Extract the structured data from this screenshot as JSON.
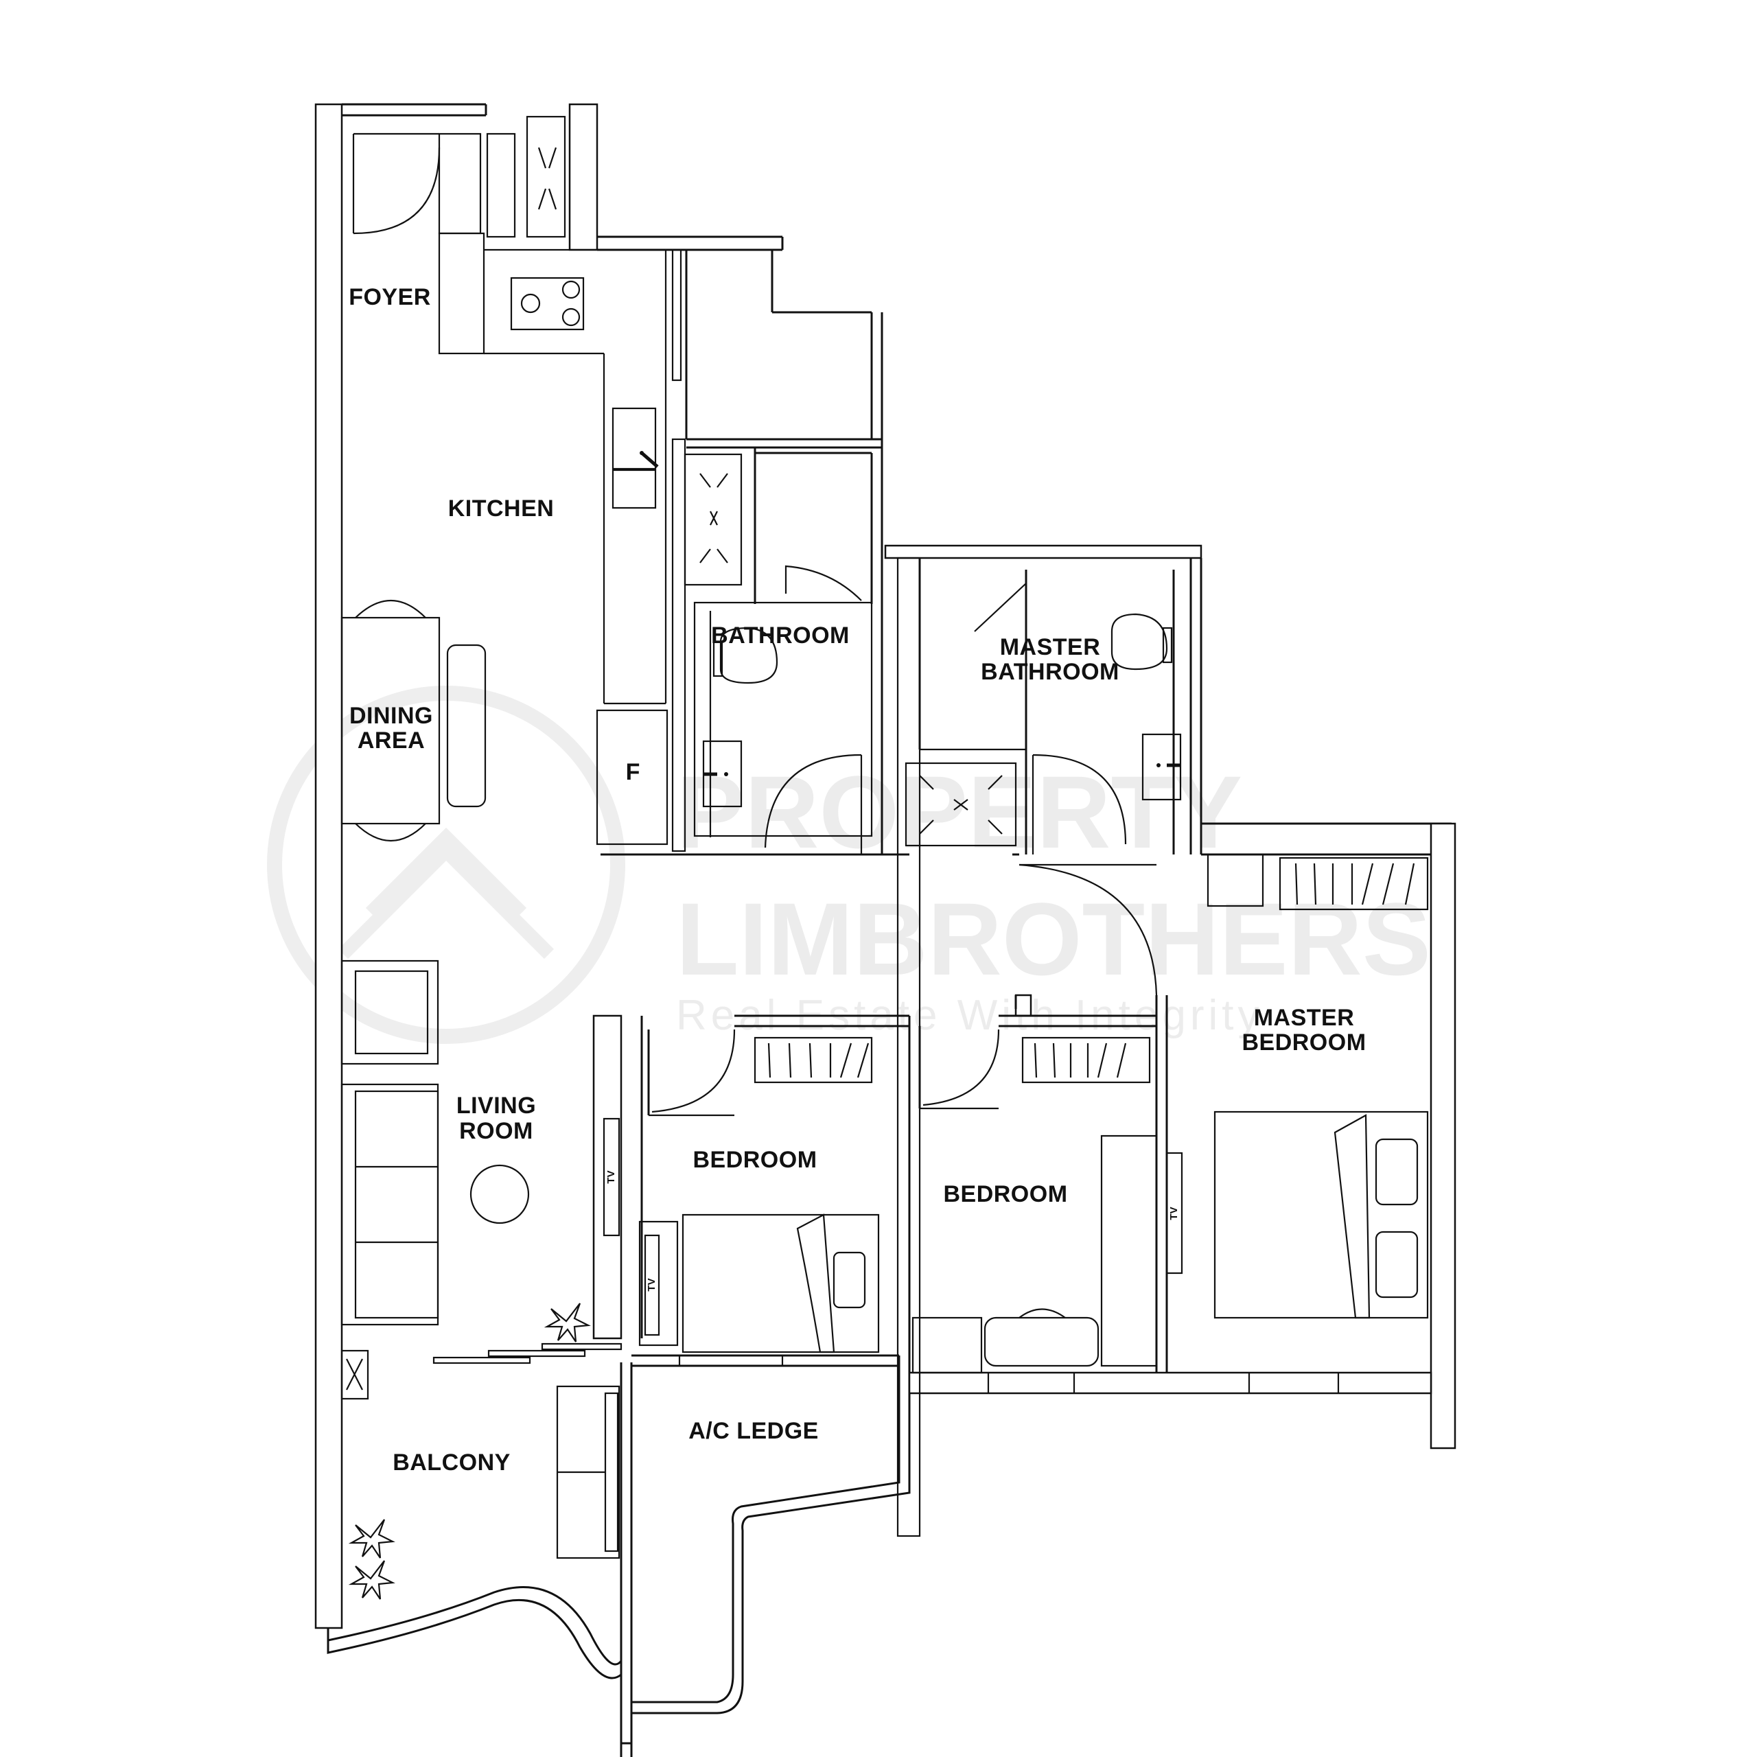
{
  "watermark": {
    "line1": "PROPERTY",
    "line2": "LIMBROTHERS",
    "tagline": "Real Estate With Integrity"
  },
  "rooms": {
    "foyer": "FOYER",
    "kitchen": "KITCHEN",
    "dining_line1": "DINING",
    "dining_line2": "AREA",
    "bathroom": "BATHROOM",
    "master_bathroom_line1": "MASTER",
    "master_bathroom_line2": "BATHROOM",
    "master_bedroom_line1": "MASTER",
    "master_bedroom_line2": "BEDROOM",
    "living_line1": "LIVING",
    "living_line2": "ROOM",
    "bedroom_1": "BEDROOM",
    "bedroom_2": "BEDROOM",
    "ac_ledge": "A/C LEDGE",
    "balcony": "BALCONY"
  },
  "fixtures": {
    "fridge": "F",
    "tv": "TV"
  }
}
